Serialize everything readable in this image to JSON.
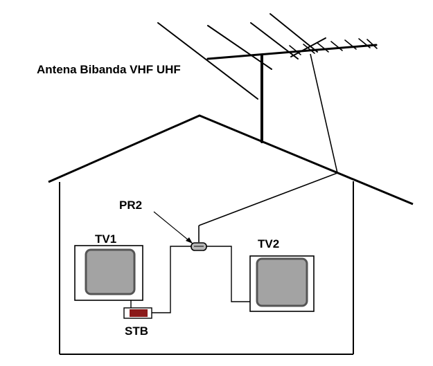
{
  "labels": {
    "antenna": "Antena Bibanda VHF UHF",
    "splitter": "PR2",
    "tv1": "TV1",
    "tv2": "TV2",
    "stb": "STB"
  },
  "colors": {
    "line": "#000000",
    "screen": "#a3a3a3",
    "screen_border": "#555555",
    "stb_body": "#8b1a1a",
    "splitter_body": "#b8b8b8",
    "background": "#ffffff"
  }
}
